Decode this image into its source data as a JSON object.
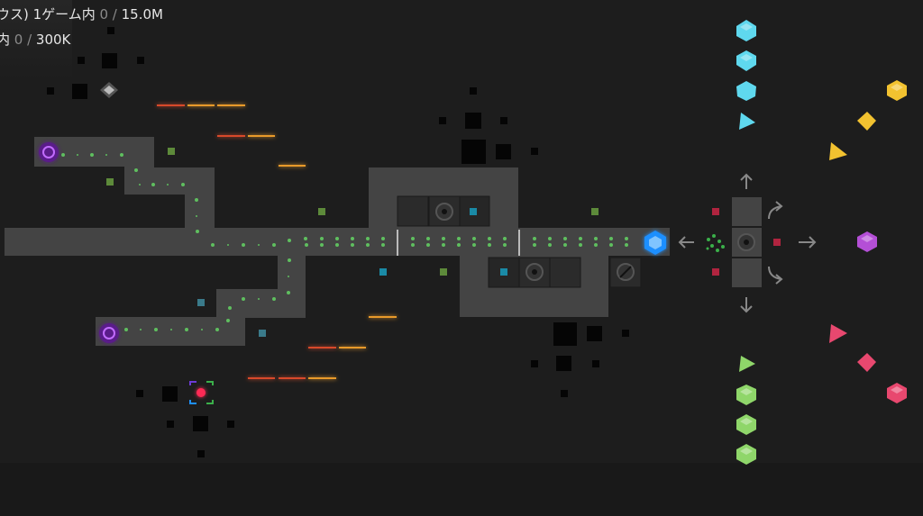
{
  "hud": {
    "line1_prefix": "ウス) 1ゲーム内 ",
    "line1_current": "0",
    "line1_sep": " / ",
    "line1_max": "15.0M",
    "line2_prefix": "内 ",
    "line2_current": "0",
    "line2_sep": " / ",
    "line2_max": "300K"
  },
  "colors": {
    "background": "#1d1d1d",
    "path": "#444444",
    "path_dots": "#5fbf5f",
    "portal": "#8a2be2",
    "core": "#1e8fff",
    "gem_cyan": "#5fd8ee",
    "gem_yellow": "#f2c230",
    "gem_purple": "#b44fd6",
    "gem_pink": "#e8486f",
    "gem_green": "#8fd66a"
  },
  "icons": {
    "portal": "spawn-portal-icon",
    "core": "base-core-icon",
    "tower": "tower-icon",
    "target": "target-reticle-icon",
    "arrow": "direction-arrow-icon",
    "gem": "gem-icon"
  }
}
